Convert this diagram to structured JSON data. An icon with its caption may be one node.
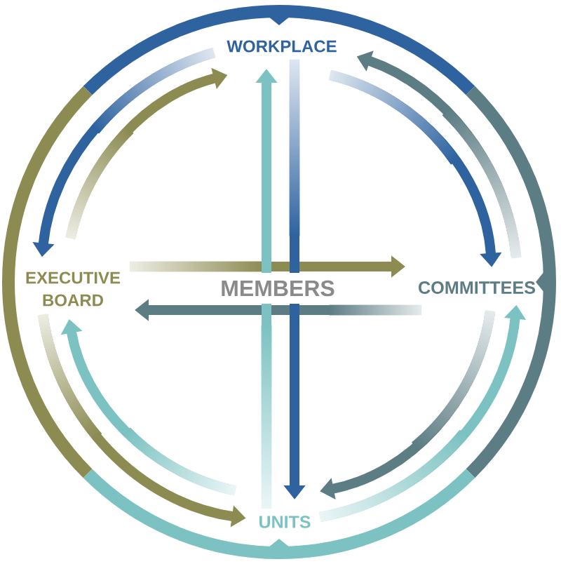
{
  "diagram": {
    "nodes": [
      {
        "text": [
          "WORKPLACE"
        ]
      },
      {
        "text": [
          "EXECUTIVE BOARD"
        ]
      },
      {
        "text": [
          "COMMITTEES"
        ]
      },
      {
        "text": [
          "UNITS"
        ]
      }
    ],
    "edges": [
      {
        "from": 0,
        "to": 1,
        "arrow": "to",
        "color": "#2e63a0"
      },
      {
        "from": 1,
        "to": 0,
        "arrow": "to",
        "color": "#8c8b52"
      },
      {
        "from": 0,
        "to": 2,
        "arrow": "to",
        "color": "#2e63a0"
      },
      {
        "from": 2,
        "to": 0,
        "arrow": "to",
        "color": "#5d7d84"
      },
      {
        "from": 3,
        "to": 2,
        "arrow": "to",
        "color": "#7cc2c2"
      },
      {
        "from": 2,
        "to": 3,
        "arrow": "to",
        "color": "#5d7d84"
      },
      {
        "from": 1,
        "to": 3,
        "arrow": "to",
        "color": "#8c8b52"
      },
      {
        "from": 3,
        "to": 1,
        "arrow": "to",
        "color": "#7cc2c2"
      },
      {
        "from": 1,
        "to": 2,
        "arrow": "to",
        "color": "#8c8b52"
      },
      {
        "from": 2,
        "to": 1,
        "arrow": "to",
        "color": "#5d7d84"
      },
      {
        "from": 3,
        "to": 0,
        "arrow": "to",
        "color": "#7cc2c2"
      },
      {
        "from": 0,
        "to": 3,
        "arrow": "to",
        "color": "#2e63a0"
      }
    ],
    "labels": [
      "MEMBERS"
    ]
  }
}
